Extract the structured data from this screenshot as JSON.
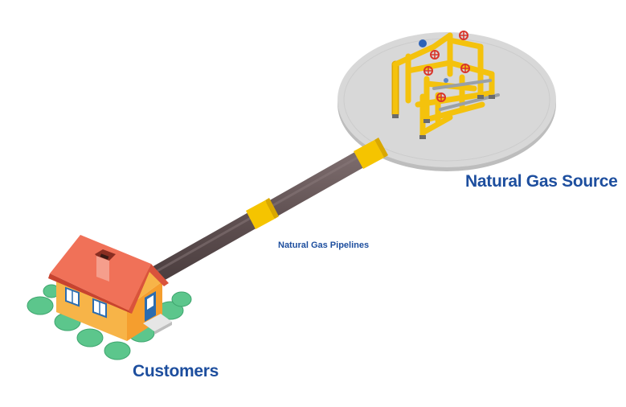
{
  "labels": {
    "source": "Natural Gas Source",
    "pipelines": "Natural Gas Pipelines",
    "customers": "Customers"
  },
  "colors": {
    "label": "#1d4e9e",
    "pipe": "#5e4f50",
    "pipe_joint": "#f5c400",
    "platform": "#d6d6d6",
    "gas_pipes": "#f4c20d",
    "valve_red": "#d9352b",
    "roof": "#f07158",
    "wall": "#f7b448",
    "bushes": "#5cc68c"
  }
}
